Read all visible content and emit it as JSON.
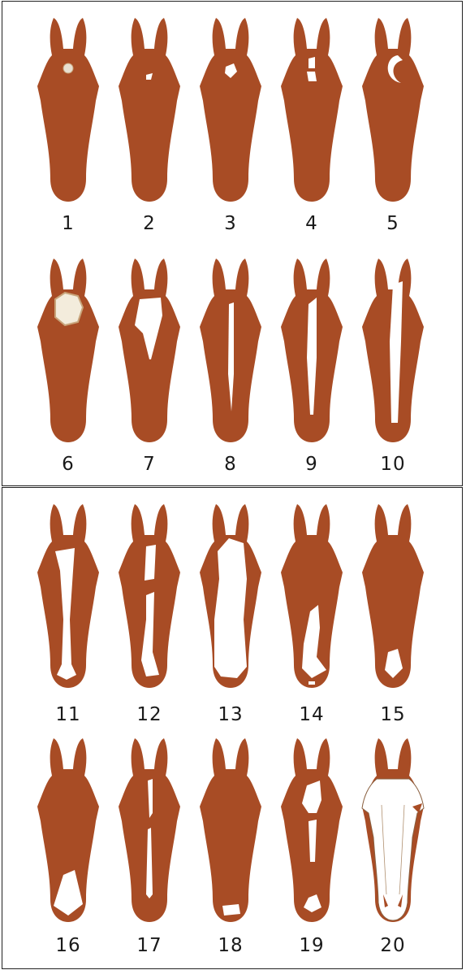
{
  "colors": {
    "coat": "#a84c25",
    "marking": "#ffffff",
    "outline": "#c8a47a",
    "ink": "#1a1a1a"
  },
  "markings": [
    {
      "label": "1",
      "type": "star-small-grey"
    },
    {
      "label": "2",
      "type": "star-tiny"
    },
    {
      "label": "3",
      "type": "star-small"
    },
    {
      "label": "4",
      "type": "star-split"
    },
    {
      "label": "5",
      "type": "star-crescent"
    },
    {
      "label": "6",
      "type": "star-large"
    },
    {
      "label": "7",
      "type": "star-and-stripe"
    },
    {
      "label": "8",
      "type": "stripe-narrow"
    },
    {
      "label": "9",
      "type": "blaze-narrow"
    },
    {
      "label": "10",
      "type": "blaze"
    },
    {
      "label": "11",
      "type": "blaze-to-muzzle"
    },
    {
      "label": "12",
      "type": "interrupted-blaze"
    },
    {
      "label": "13",
      "type": "wide-blaze"
    },
    {
      "label": "14",
      "type": "lower-blaze-snip"
    },
    {
      "label": "15",
      "type": "snip"
    },
    {
      "label": "16",
      "type": "snip-large"
    },
    {
      "label": "17",
      "type": "stripe-long"
    },
    {
      "label": "18",
      "type": "lip-snip"
    },
    {
      "label": "19",
      "type": "star-stripe-snip"
    },
    {
      "label": "20",
      "type": "bald-face"
    }
  ]
}
